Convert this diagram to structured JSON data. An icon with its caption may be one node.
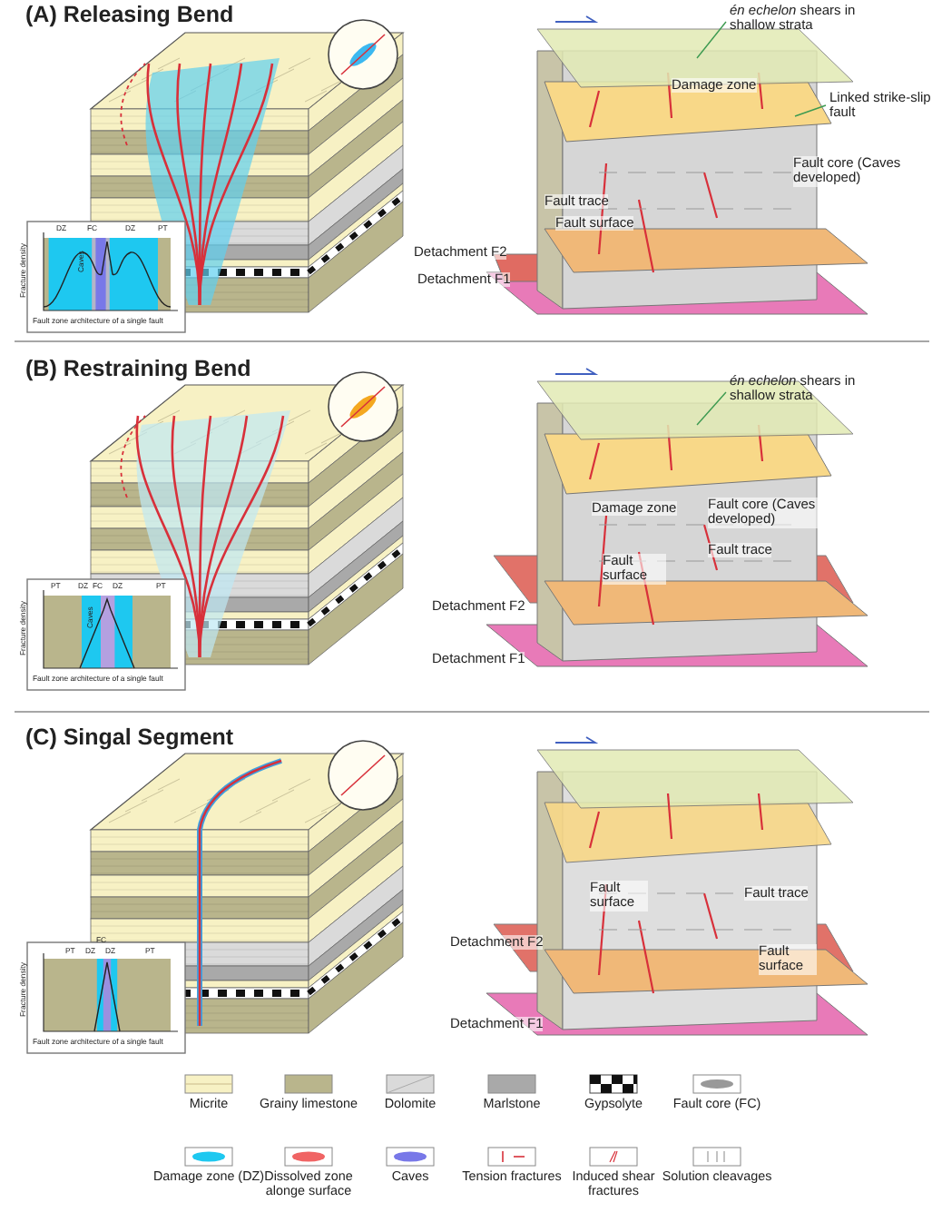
{
  "diagram": {
    "nodes": [
      {
        "text": [
          "*én echelon* shears in shallow strata"
        ]
      },
      {
        "text": [
          "Linked strike-slip fault"
        ]
      },
      {
        "text": [
          "*én echelon* shears in shallow strata"
        ]
      },
      {
        "text": [],
        "shape": "box"
      },
      {
        "text": [],
        "shape": "box"
      }
    ],
    "edges": [
      {
        "from": 0,
        "to": 3,
        "arrow": "none"
      },
      {
        "from": 1,
        "to": null,
        "arrow": "none"
      },
      {
        "from": 2,
        "to": 4,
        "arrow": "none"
      }
    ],
    "labels": [
      "(A) Releasing Bend",
      "DZ",
      "FC",
      "DZ",
      "PT",
      "Fracture density",
      "Caves",
      "Fault zone architecture of a single fault",
      "Damage zone",
      "Fault core (Caves developed)",
      "Fault trace",
      "Fault surface",
      "Detachment F2",
      "Detachment F1",
      "(B) Restraining Bend",
      "PT",
      "DZ",
      "FC",
      "DZ",
      "PT",
      "Fracture density",
      "Caves",
      "Fault zone architecture of a single fault",
      "Damage zone",
      "Fault core (Caves developed)",
      "Fault trace",
      "Fault surface",
      "Detachment F2",
      "Detachment F1",
      "(C) Singal Segment",
      "FC",
      "PT",
      "DZ",
      "DZ",
      "PT",
      "Fracture density",
      "Fault zone architecture of a single fault",
      "Fault surface",
      "Fault trace",
      "Fault surface",
      "Detachment F2",
      "Detachment F1"
    ],
    "legend": [
      {
        "text": "Micrite"
      },
      {
        "text": "Grainy limestone"
      },
      {
        "text": "Dolomite"
      },
      {
        "text": "Marlstone"
      },
      {
        "text": "Gypsolyte"
      },
      {
        "text": "Fault core (FC)"
      },
      {
        "text": "Damage zone (DZ)",
        "color": "#1ec8f0"
      },
      {
        "text": "Dissolved zone alonge surface",
        "color": "#f06464"
      },
      {
        "text": "Caves",
        "color": "#7878e8"
      },
      {
        "text": "Tension fractures"
      },
      {
        "text": "Induced shear fractures"
      },
      {
        "text": "Solution cleavages"
      }
    ]
  }
}
